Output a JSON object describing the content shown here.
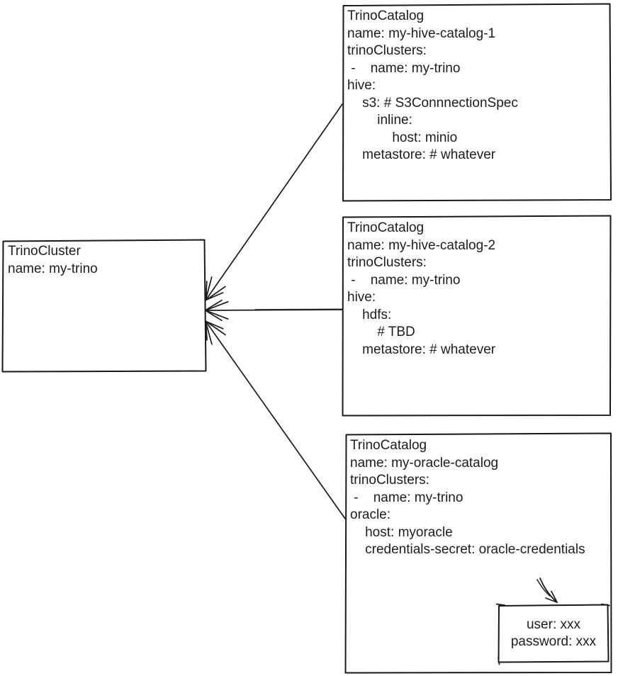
{
  "colors": {
    "ink": "#1a1a1a",
    "background": "#ffffff"
  },
  "cluster": {
    "kind": "TrinoCluster",
    "name": "my-trino",
    "lines": [
      "TrinoCluster",
      "name: my-trino"
    ]
  },
  "catalogs": [
    {
      "kind": "TrinoCatalog",
      "name": "my-hive-catalog-1",
      "lines": [
        "TrinoCatalog",
        "name: my-hive-catalog-1",
        "trinoClusters:",
        " -    name: my-trino",
        "hive:",
        "    s3: # S3ConnnectionSpec",
        "        inline:",
        "            host: minio",
        "    metastore: # whatever"
      ]
    },
    {
      "kind": "TrinoCatalog",
      "name": "my-hive-catalog-2",
      "lines": [
        "TrinoCatalog",
        "name: my-hive-catalog-2",
        "trinoClusters:",
        " -    name: my-trino",
        "hive:",
        "    hdfs:",
        "        # TBD",
        "    metastore: # whatever"
      ]
    },
    {
      "kind": "TrinoCatalog",
      "name": "my-oracle-catalog",
      "lines": [
        "TrinoCatalog",
        "name: my-oracle-catalog",
        "trinoClusters:",
        " -    name: my-trino",
        "oracle:",
        "    host: myoracle",
        "    credentials-secret: oracle-credentials"
      ]
    }
  ],
  "credentials_secret": {
    "lines": [
      "user: xxx",
      "password: xxx"
    ]
  },
  "edges": [
    {
      "from": "my-hive-catalog-1",
      "to": "my-trino",
      "arrow": "to"
    },
    {
      "from": "my-hive-catalog-2",
      "to": "my-trino",
      "arrow": "to"
    },
    {
      "from": "my-oracle-catalog",
      "to": "my-trino",
      "arrow": "to"
    },
    {
      "from": "credentials-secret: oracle-credentials",
      "to": "credentials-secret-box",
      "arrow": "to"
    }
  ]
}
